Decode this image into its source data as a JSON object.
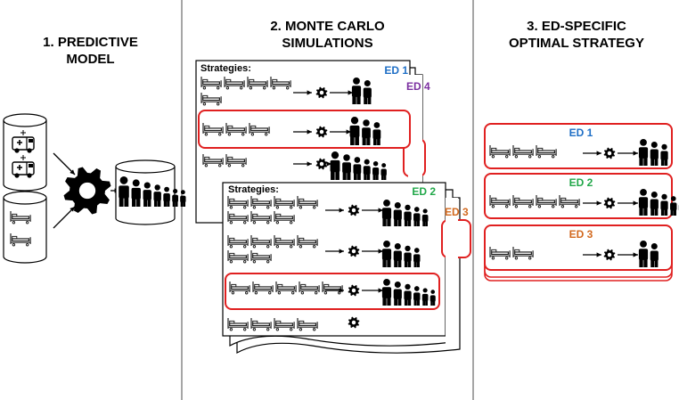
{
  "sections": [
    {
      "title_line1": "1. PREDICTIVE",
      "title_line2": "MODEL"
    },
    {
      "title_line1": "2. MONTE CARLO",
      "title_line2": "SIMULATIONS"
    },
    {
      "title_line1": "3. ED-SPECIFIC",
      "title_line2": "OPTIMAL STRATEGY"
    }
  ],
  "simulations": {
    "strategies_label": "Strategies:",
    "sheets": [
      {
        "label": "ED 1",
        "color": "#1f6fc6"
      },
      {
        "label": "ED 2",
        "color": "#22a84a"
      },
      {
        "label": "ED 3",
        "color": "#d2691e"
      },
      {
        "label": "ED 4",
        "color": "#7b2fa0"
      }
    ]
  },
  "optimal": [
    {
      "label": "ED 1",
      "color": "#1f6fc6"
    },
    {
      "label": "ED 2",
      "color": "#22a84a"
    },
    {
      "label": "ED 3",
      "color": "#d2691e"
    }
  ],
  "colors": {
    "highlight": "#e02020",
    "divider": "#a6a6a6",
    "ink": "#000000"
  },
  "icons": [
    "ambulance-icon",
    "hospital-bed-icon",
    "gear-icon",
    "database-icon",
    "arrow-icon",
    "crowd-icon"
  ]
}
